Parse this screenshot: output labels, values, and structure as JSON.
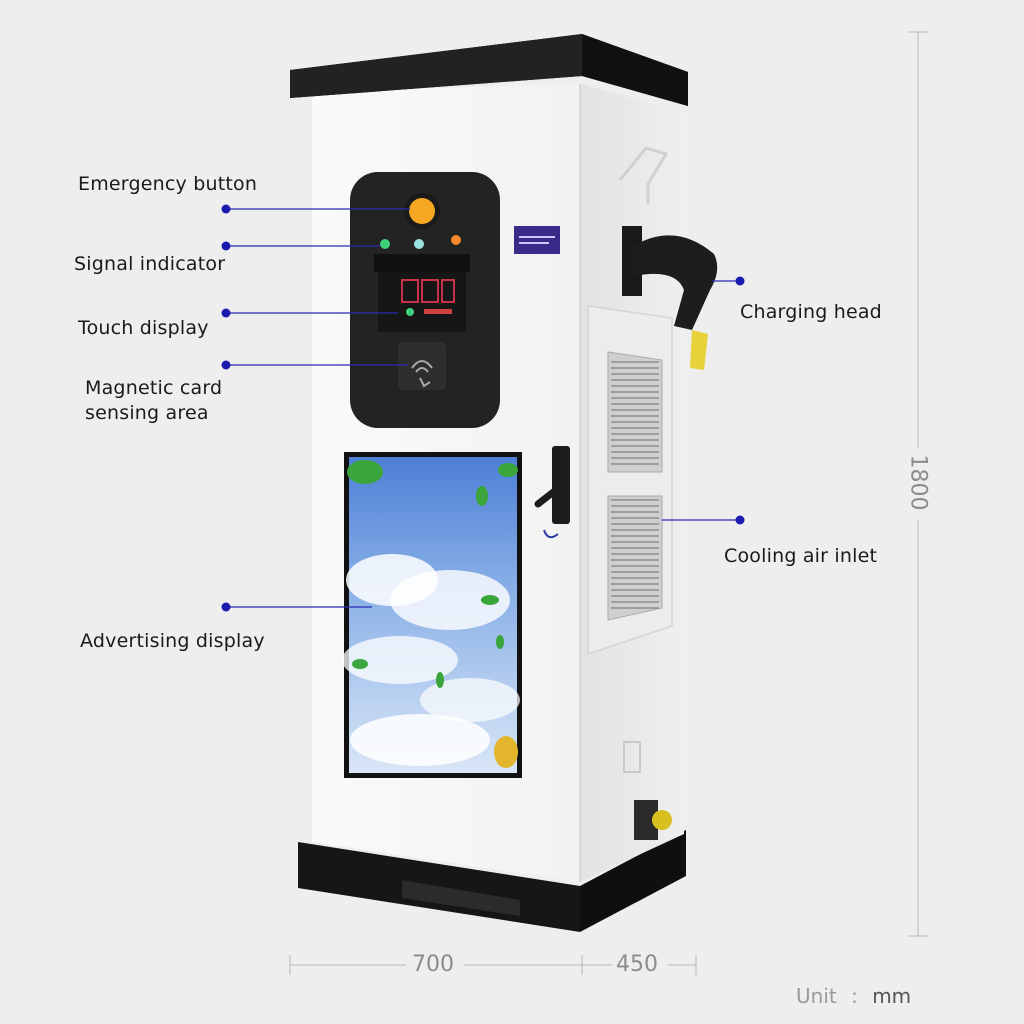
{
  "callouts": {
    "emergency_button": "Emergency button",
    "signal_indicator": "Signal indicator",
    "touch_display": "Touch display",
    "card_line1": "Magnetic card",
    "card_line2": "sensing area",
    "advertising_display": "Advertising display",
    "charging_head": "Charging head",
    "cooling_air_inlet": "Cooling air inlet"
  },
  "dimensions": {
    "width": "700",
    "depth": "450",
    "height": "1800",
    "unit_label": "Unit",
    "unit_sep": ":",
    "unit_value": "mm"
  },
  "colors": {
    "background": "#eeeeee",
    "cabinet_front": "#f7f7f7",
    "cabinet_side": "#e6e6e6",
    "top_cap": "#1b1b1b",
    "panel": "#232323",
    "emergency": "#f5a623",
    "callout_dot": "#1b1bb0",
    "callout_line": "#2a2ab8",
    "plug_tip": "#e8d23a"
  }
}
